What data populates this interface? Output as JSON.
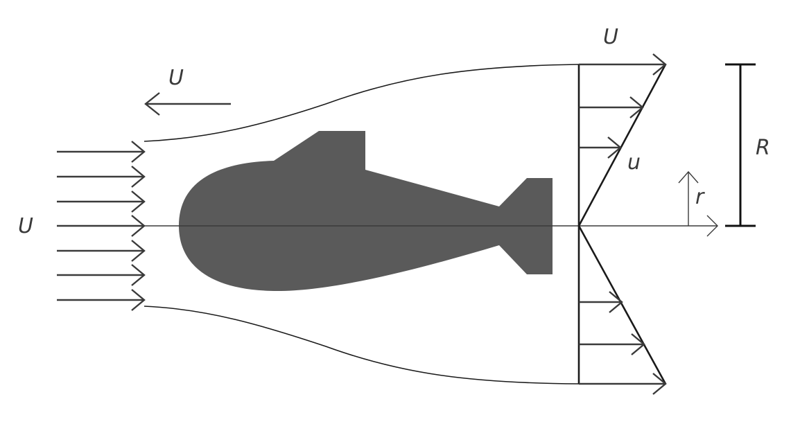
{
  "labels": {
    "u_upstream": "U",
    "u_body_motion": "U",
    "u_wake_top": "U",
    "u_local": "u",
    "r_radial": "r",
    "r_radius": "R"
  },
  "colors": {
    "body_fill": "#5a5a5a",
    "line": "#1a1a1a",
    "arrow": "#3a3a3a",
    "text": "#3a3a3a"
  }
}
